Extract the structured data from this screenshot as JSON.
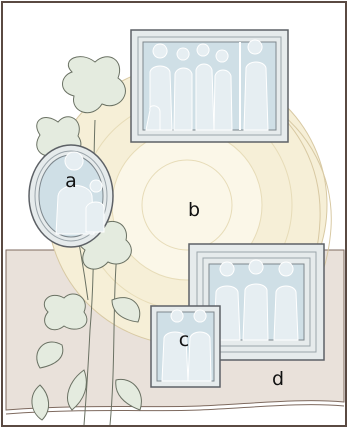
{
  "labels": {
    "oval_frame": "a",
    "backdrop": "b",
    "small_frame": "c",
    "large_frame": "d"
  },
  "colors": {
    "wall": "#ffffff",
    "table": "#e9e1da",
    "table_edge": "#7e6a5f",
    "border": "#5a4a42",
    "glow_outer": "#f6efd7",
    "glow_inner": "#fbf7e8",
    "glow_ring": "#e7dcb8",
    "frame_fill": "#e6ebec",
    "frame_stroke": "#5d6166",
    "photo_fill": "#cfdfe6",
    "figure_fill": "#e6eef2",
    "leaf_fill": "#e4ebdf",
    "leaf_stroke": "#6a7163",
    "label_color": "#111111"
  }
}
